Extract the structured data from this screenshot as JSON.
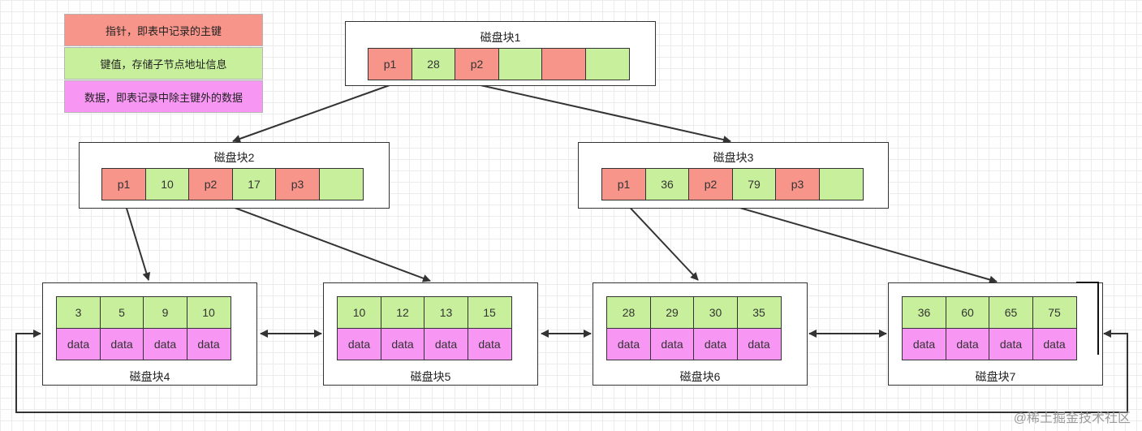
{
  "legend": {
    "pointer": "指针，即表中记录的主键",
    "key": "键值，存储子节点地址信息",
    "data": "数据，即表记录中除主键外的数据"
  },
  "blocks": {
    "b1": {
      "title": "磁盘块1",
      "cells": [
        "p1",
        "28",
        "p2",
        "",
        "",
        ""
      ]
    },
    "b2": {
      "title": "磁盘块2",
      "cells": [
        "p1",
        "10",
        "p2",
        "17",
        "p3",
        ""
      ]
    },
    "b3": {
      "title": "磁盘块3",
      "cells": [
        "p1",
        "36",
        "p2",
        "79",
        "p3",
        ""
      ]
    },
    "b4": {
      "title": "磁盘块4",
      "keys": [
        "3",
        "5",
        "9",
        "10"
      ],
      "data": [
        "data",
        "data",
        "data",
        "data"
      ]
    },
    "b5": {
      "title": "磁盘块5",
      "keys": [
        "10",
        "12",
        "13",
        "15"
      ],
      "data": [
        "data",
        "data",
        "data",
        "data"
      ]
    },
    "b6": {
      "title": "磁盘块6",
      "keys": [
        "28",
        "29",
        "30",
        "35"
      ],
      "data": [
        "data",
        "data",
        "data",
        "data"
      ]
    },
    "b7": {
      "title": "磁盘块7",
      "keys": [
        "36",
        "60",
        "65",
        "75"
      ],
      "data": [
        "data",
        "data",
        "data",
        "data"
      ]
    }
  },
  "watermark": "@稀土掘金技术社区",
  "colors": {
    "pointer": "#f8958a",
    "key": "#c8f09c",
    "data": "#f896f4",
    "line": "#333333"
  }
}
